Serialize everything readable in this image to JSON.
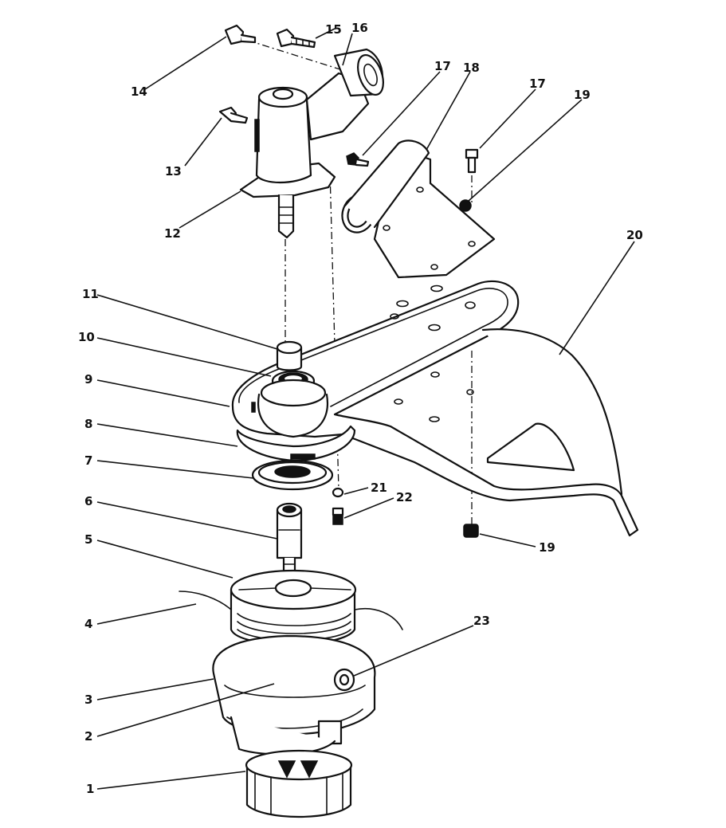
{
  "callouts": {
    "c1": "1",
    "c2": "2",
    "c3": "3",
    "c4": "4",
    "c5": "5",
    "c6": "6",
    "c7": "7",
    "c8": "8",
    "c9": "9",
    "c10": "10",
    "c11": "11",
    "c12": "12",
    "c13": "13",
    "c14": "14",
    "c15": "15",
    "c16": "16",
    "c17a": "17",
    "c17b": "17",
    "c18": "18",
    "c19a": "19",
    "c19b": "19",
    "c20": "20",
    "c21": "21",
    "c22": "22",
    "c23": "23"
  },
  "colors": {
    "ink": "#111111",
    "paper": "#ffffff"
  }
}
